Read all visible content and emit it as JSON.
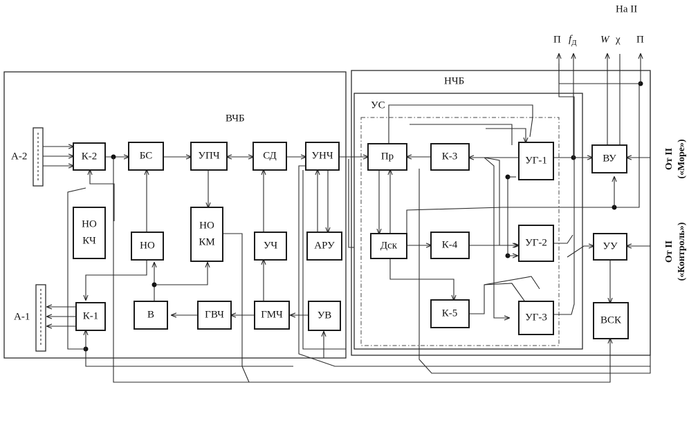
{
  "frames": {
    "vchb": "ВЧБ",
    "nchb": "НЧБ",
    "us": "УС"
  },
  "antennas": {
    "a2": "А-2",
    "a1": "А-1"
  },
  "blocks": {
    "k2": "К-2",
    "bs": "БС",
    "upch": "УПЧ",
    "sd": "СД",
    "unch": "УНЧ",
    "pr": "Пр",
    "k3": "К-3",
    "ug1": "УГ-1",
    "vu": "ВУ",
    "nokch_1": "НО",
    "nokch_2": "КЧ",
    "no": "НО",
    "nokm_1": "НО",
    "nokm_2": "КМ",
    "uch": "УЧ",
    "aru": "АРУ",
    "dsk": "Дск",
    "k4": "К-4",
    "ug2": "УГ-2",
    "uu": "УУ",
    "k1": "К-1",
    "v": "В",
    "gvch": "ГВЧ",
    "gmch": "ГМЧ",
    "uv": "УВ",
    "k5": "К-5",
    "ug3": "УГ-3",
    "vsk": "ВСК"
  },
  "outputs": {
    "header": "На II",
    "p1": "П",
    "fd": "f",
    "fd_sub": "Д",
    "w": "W",
    "chi": "χ",
    "p2": "П"
  },
  "inputs": {
    "more_line1": "От II",
    "more_line2": "(«Море»)",
    "kontrol_line1": "От II",
    "kontrol_line2": "(«Контроль»)"
  }
}
